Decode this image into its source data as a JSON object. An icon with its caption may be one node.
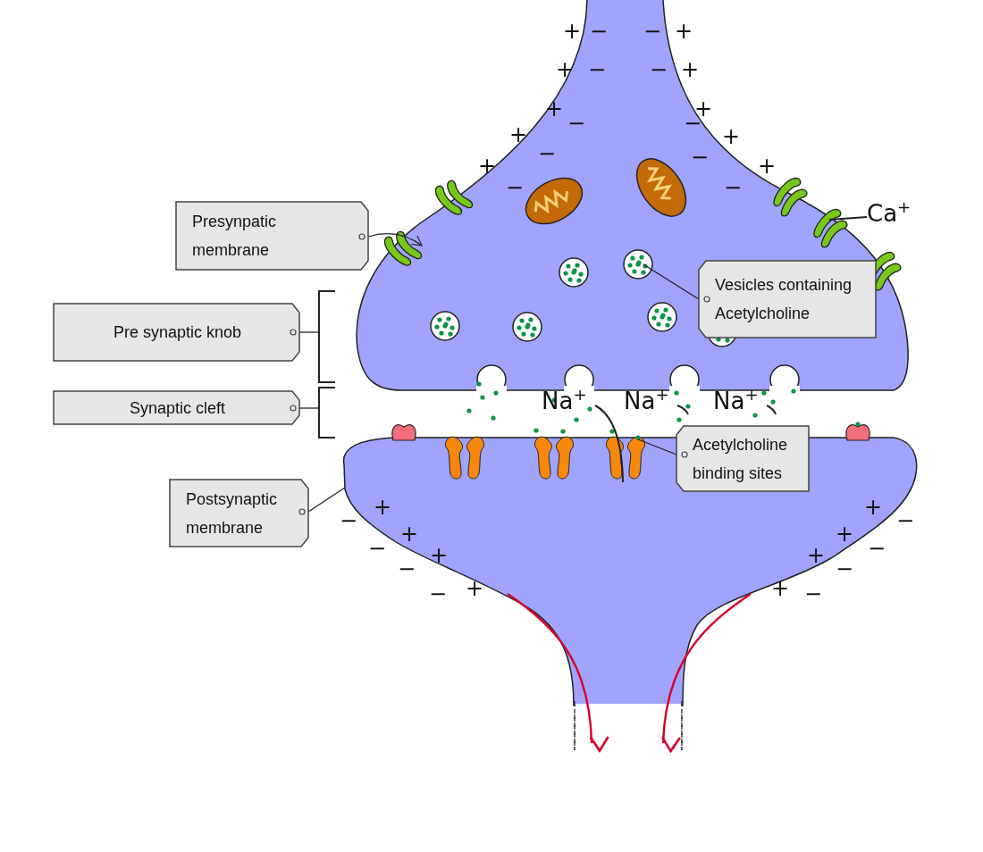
{
  "diagram": {
    "nodes": [
      {
        "text": [
          "Presynpatic membrane"
        ]
      },
      {
        "text": [
          "Vesicles containing Acetylcholine"
        ]
      },
      {
        "text": [
          "Pre synaptic knob"
        ]
      },
      {
        "text": [
          "Synaptic cleft"
        ]
      },
      {
        "text": [
          "Postsynaptic membrane"
        ]
      },
      {
        "text": [
          "Acetylcholine binding sites"
        ]
      },
      {
        "text": [
          "Ca$^{+}$"
        ]
      },
      {
        "text": [
          "Na$^{+}$"
        ]
      },
      {
        "text": [
          "Na$^{+}$"
        ]
      },
      {
        "text": [
          "Na$^{+}$"
        ]
      },
      {
        "text": [],
        "shape": "bracket"
      },
      {
        "text": [],
        "shape": "bracket"
      }
    ],
    "edges": [
      {
        "from": 0,
        "to": null,
        "arrow": "to"
      },
      {
        "from": 1,
        "to": null,
        "arrow": "none"
      },
      {
        "from": 2,
        "to": 10,
        "arrow": "none"
      },
      {
        "from": 3,
        "to": 11,
        "arrow": "none"
      },
      {
        "from": 4,
        "to": null,
        "arrow": "none"
      },
      {
        "from": 5,
        "to": null,
        "arrow": "none"
      },
      {
        "from": 6,
        "to": null,
        "arrow": "none"
      },
      {
        "from": 7,
        "to": null,
        "arrow": "none"
      },
      {
        "from": 8,
        "to": null,
        "arrow": "none"
      },
      {
        "from": 9,
        "to": null,
        "arrow": "none"
      }
    ],
    "labels": [
      "+",
      "−",
      "−",
      "+",
      "+",
      "−",
      "−",
      "+",
      "+",
      "−",
      "−",
      "+",
      "+",
      "−",
      "−",
      "+",
      "+",
      "−",
      "−",
      "+",
      "−",
      "+",
      "+",
      "−",
      "+",
      "−",
      "−",
      "+",
      "+",
      "−",
      "−",
      "+",
      "+",
      "−",
      "−",
      "+"
    ]
  }
}
